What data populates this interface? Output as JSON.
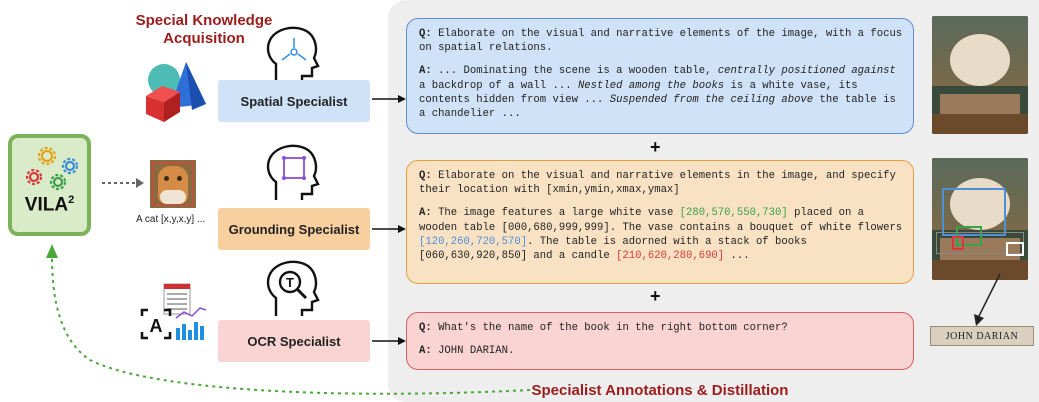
{
  "header": {
    "title": "Special Knowledge Acquisition"
  },
  "footer": {
    "title": "Specialist Annotations & Distillation"
  },
  "model": {
    "name": "VILA",
    "superscript": "2"
  },
  "specialists": [
    {
      "label": "Spatial Specialist",
      "color": "#cfe2f7"
    },
    {
      "label": "Grounding Specialist",
      "color": "#f8cf9f"
    },
    {
      "label": "OCR Specialist",
      "color": "#f9d4d2"
    }
  ],
  "cat_caption": "A cat [x,y,x,y] ...",
  "ocr_letter": "A",
  "qa": {
    "spatial": {
      "q_prefix": "Q:",
      "q": "Elaborate on the visual and narrative elements of the image, with a focus on spatial relations.",
      "a_prefix": "A:",
      "a1": "... Dominating the scene is a wooden table, ",
      "a2": "centrally positioned against",
      "a3": " a backdrop of a wall ... ",
      "a4": "Nestled among the books",
      "a5": " is a white vase, its contents hidden from view ... ",
      "a6": "Suspended from the ceiling above",
      "a7": " the table is a chandelier ..."
    },
    "grounding": {
      "q_prefix": "Q:",
      "q": "Elaborate on the visual and narrative elements in the image, and specify their location with [xmin,ymin,xmax,ymax]",
      "a_prefix": "A:",
      "a1": "The image features a large white vase ",
      "box1": "[280,570,550,730]",
      "a2": " placed on a wooden table [000,680,999,999]. The vase contains a bouquet of white flowers ",
      "box2": "[120,260,720,570]",
      "a3": ". The table is adorned with a stack of books [060,630,920,850] and a candle ",
      "box3": "[210,620,280,690]",
      "a4": " ..."
    },
    "ocr": {
      "q_prefix": "Q:",
      "q": "What's the name of the book in the right bottom corner?",
      "a_prefix": "A:",
      "a": "JOHN DARIAN."
    }
  },
  "plus_sign": "+",
  "book_spine_text": "JOHN DARIAN"
}
